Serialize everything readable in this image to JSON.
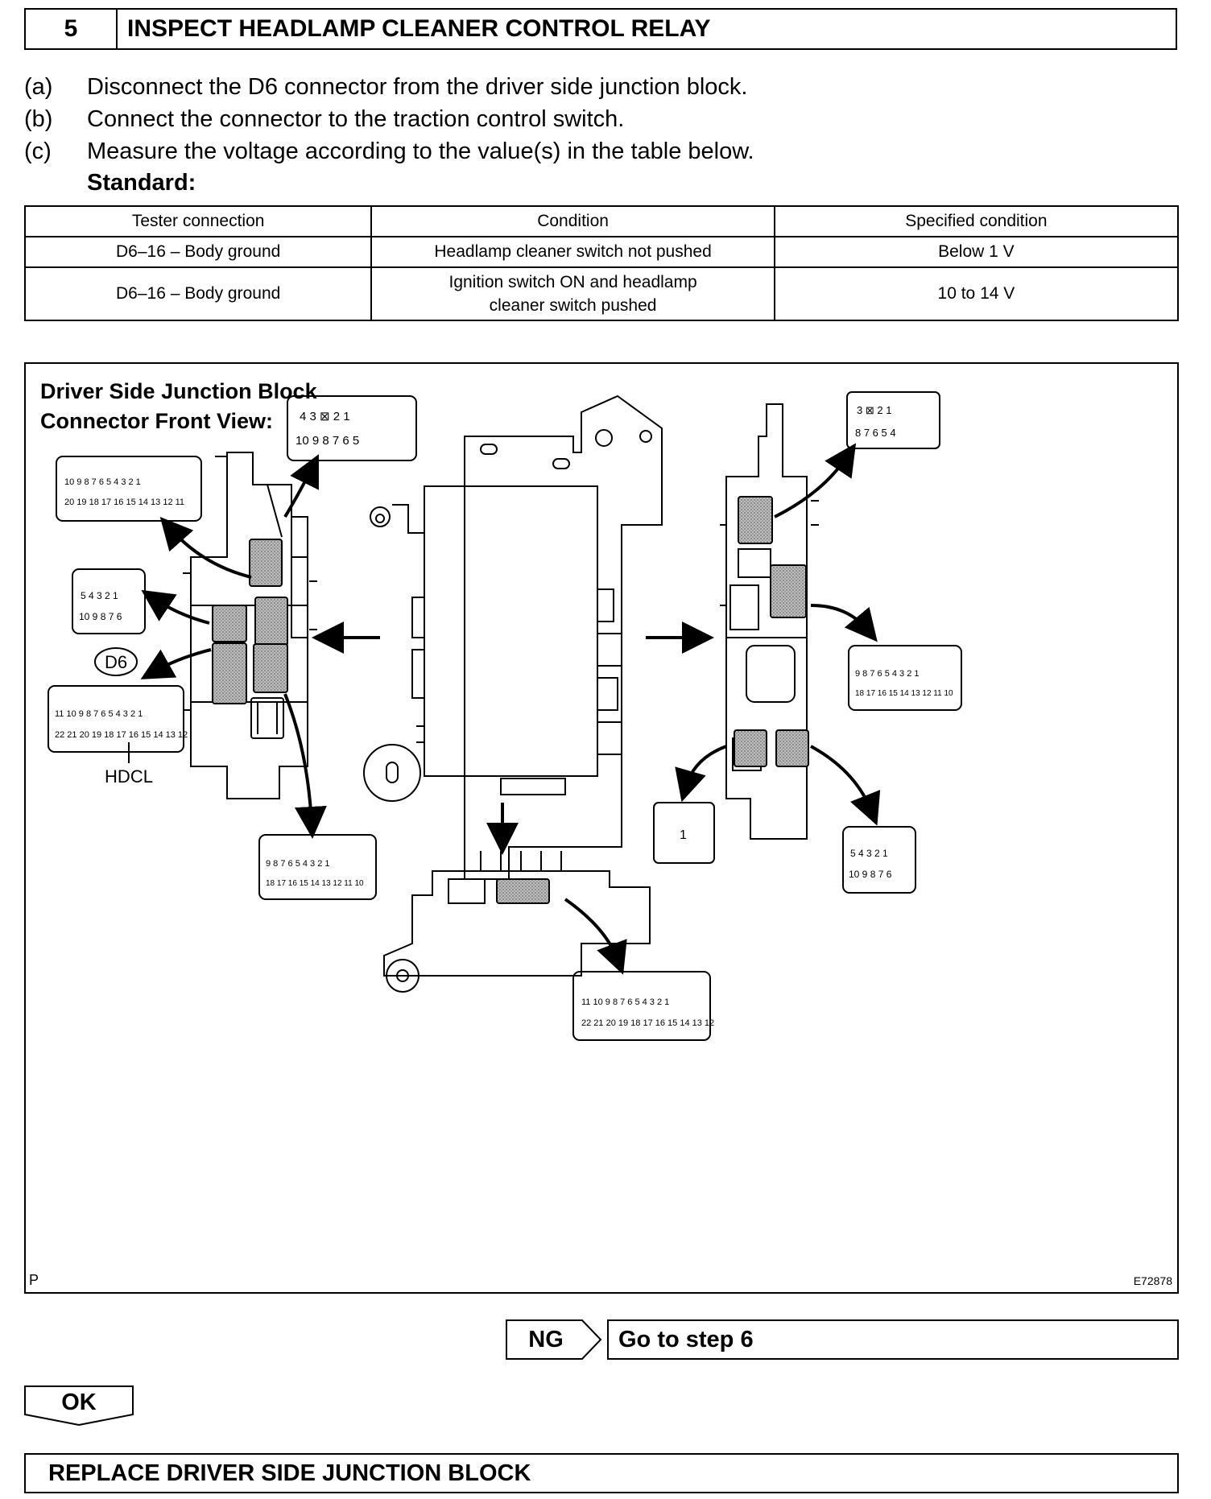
{
  "step": {
    "number": "5",
    "title": "INSPECT HEADLAMP CLEANER CONTROL RELAY"
  },
  "instructions": [
    {
      "letter": "(a)",
      "text": "Disconnect the D6 connector from the driver side junction block."
    },
    {
      "letter": "(b)",
      "text": "Connect the connector to the traction control switch."
    },
    {
      "letter": "(c)",
      "text": "Measure the voltage according to the value(s) in the table below."
    }
  ],
  "standard_label": "Standard:",
  "table": {
    "headers": [
      "Tester connection",
      "Condition",
      "Specified condition"
    ],
    "rows": [
      {
        "connection": "D6–16 – Body ground",
        "condition": "Headlamp cleaner switch not pushed",
        "spec": "Below 1 V"
      },
      {
        "connection": "D6–16 – Body ground",
        "condition": "Ignition switch ON and headlamp cleaner switch pushed",
        "spec": "10 to 14 V"
      }
    ]
  },
  "figure": {
    "title_line1": "Driver Side Junction Block",
    "title_line2": "Connector Front View:",
    "corner_left": "P",
    "corner_right": "E72878",
    "connector_label": "D6",
    "pin_label": "HDCL",
    "single_pin": "1"
  },
  "result_ng": {
    "tag": "NG",
    "text": "Go to step 6"
  },
  "result_ok": {
    "tag": "OK"
  },
  "final_action": "REPLACE DRIVER SIDE JUNCTION BLOCK"
}
